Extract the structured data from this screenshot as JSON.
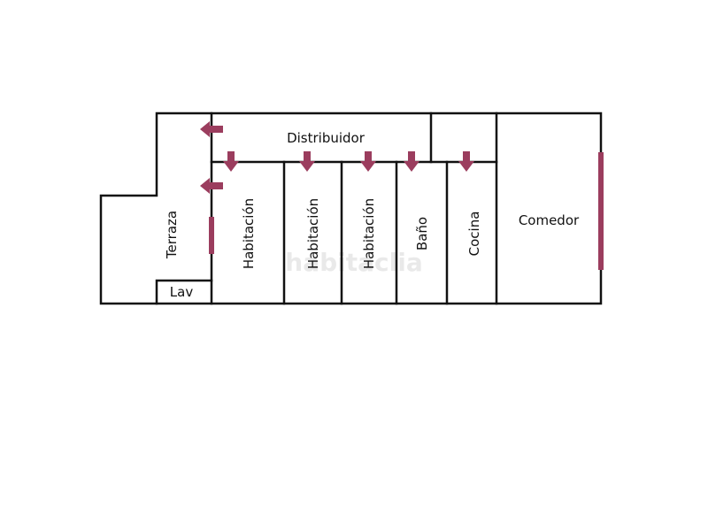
{
  "floor_plan": {
    "rooms": {
      "distribuidor": "Distribuidor",
      "terraza": "Terraza",
      "lav": "Lav",
      "habitacion_1": "Habitación",
      "habitacion_2": "Habitación",
      "habitacion_3": "Habitación",
      "bano": "Baño",
      "cocina": "Cocina",
      "comedor": "Comedor"
    },
    "watermark": "habitaclia",
    "colors": {
      "walls": "#111111",
      "doors_and_openings": "#9b3d5e",
      "background": "#ffffff"
    }
  }
}
